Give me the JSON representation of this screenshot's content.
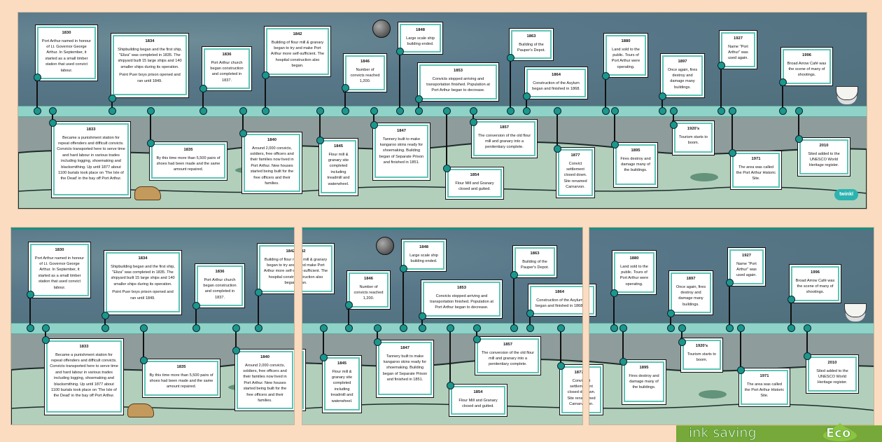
{
  "title": "Port Arthur Timeline",
  "brand": "twinkl",
  "badge": {
    "label": "ink saving",
    "eco": "Eco"
  },
  "colors": {
    "background": "#fbdcc0",
    "frame": "#1b8e82",
    "accent": "#5cc5b6",
    "dot": "#1a988b",
    "eco": "#76a83a"
  },
  "events": [
    {
      "year": "1830",
      "side": "top",
      "text": [
        "Port Arthur named in honour of Lt. Governor George Arthur. In September, it started as a small timber station that used convict labour."
      ]
    },
    {
      "year": "1834",
      "side": "top",
      "text": [
        "Shipbuilding began and the first ship, \"Eliza\" was completed in 1835. The shipyard built 15 large ships and 140 smaller ships during its operation.",
        "Point Puer boys prison opened and ran until 1849."
      ]
    },
    {
      "year": "1836",
      "side": "top",
      "text": [
        "Port Arthur church began construction and completed in 1837."
      ]
    },
    {
      "year": "1842",
      "side": "top",
      "text": [
        "Building of flour mill & granary began to try and make Port Arthur more self-sufficient. The hospital construction also began."
      ]
    },
    {
      "year": "1846",
      "side": "top",
      "text": [
        "Number of convicts reached 1,200."
      ]
    },
    {
      "year": "1848",
      "side": "top",
      "text": [
        "Large scale ship building ended."
      ]
    },
    {
      "year": "1853",
      "side": "top",
      "text": [
        "Convicts stopped arriving and transportation finished. Population at Port Arthur began to decrease."
      ]
    },
    {
      "year": "1863",
      "side": "top",
      "text": [
        "Building of the Pauper's Depot."
      ]
    },
    {
      "year": "1864",
      "side": "top",
      "text": [
        "Construction of the Asylum began and finished in 1868."
      ]
    },
    {
      "year": "1880",
      "side": "top",
      "text": [
        "Land sold to the public. Tours of Port Arthur were operating."
      ]
    },
    {
      "year": "1897",
      "side": "top",
      "text": [
        "Once again, fires destroy and damage many buildings."
      ]
    },
    {
      "year": "1927",
      "side": "top",
      "text": [
        "Name \"Port Arthur\" was used again."
      ]
    },
    {
      "year": "1996",
      "side": "top",
      "text": [
        "Broad Arrow Café was the scene of many of shootings."
      ]
    },
    {
      "year": "1833",
      "side": "bottom",
      "text": [
        "Became a punishment station for repeat offenders and difficult convicts. Convicts transported here to serve time and hard labour in various trades including logging, shoemaking and blacksmithing. Up until 1877 about 1100 burials took place on 'The Isle of the Dead' in the bay off Port Arthur."
      ]
    },
    {
      "year": "1835",
      "side": "bottom",
      "text": [
        "By this time more than 5,500 pairs of shoes had been made and the same amount repaired."
      ]
    },
    {
      "year": "1840",
      "side": "bottom",
      "text": [
        "Around 2,000 convicts, soldiers, free officers and their families now lived in Port Arthur. New houses started being built for the free officers and their families."
      ]
    },
    {
      "year": "1845",
      "side": "bottom",
      "text": [
        "Flour mill & granary site completed including treadmill and waterwheel."
      ]
    },
    {
      "year": "1847",
      "side": "bottom",
      "text": [
        "Tannery built to make kangaroo skins ready for shoemaking. Building began of Separate Prison and finished in 1851."
      ]
    },
    {
      "year": "1854",
      "side": "bottom",
      "text": [
        "Flour Mill and Granary closed and gutted."
      ]
    },
    {
      "year": "1857",
      "side": "bottom",
      "text": [
        "The conversion of the old flour mill and granary into a penitentiary complete."
      ]
    },
    {
      "year": "1877",
      "side": "bottom",
      "text": [
        "Convict settlement closed down. Site renamed Carnarvon."
      ]
    },
    {
      "year": "1895",
      "side": "bottom",
      "text": [
        "Fires destroy and damage many of the buildings."
      ]
    },
    {
      "year": "1920's",
      "side": "bottom",
      "text": [
        "Tourism starts to boom."
      ]
    },
    {
      "year": "1971",
      "side": "bottom",
      "text": [
        "The area was called the Port Arthur Historic Site."
      ]
    },
    {
      "year": "2010",
      "side": "bottom",
      "text": [
        "Sited added to the UNESCO World Heritage register."
      ]
    }
  ]
}
